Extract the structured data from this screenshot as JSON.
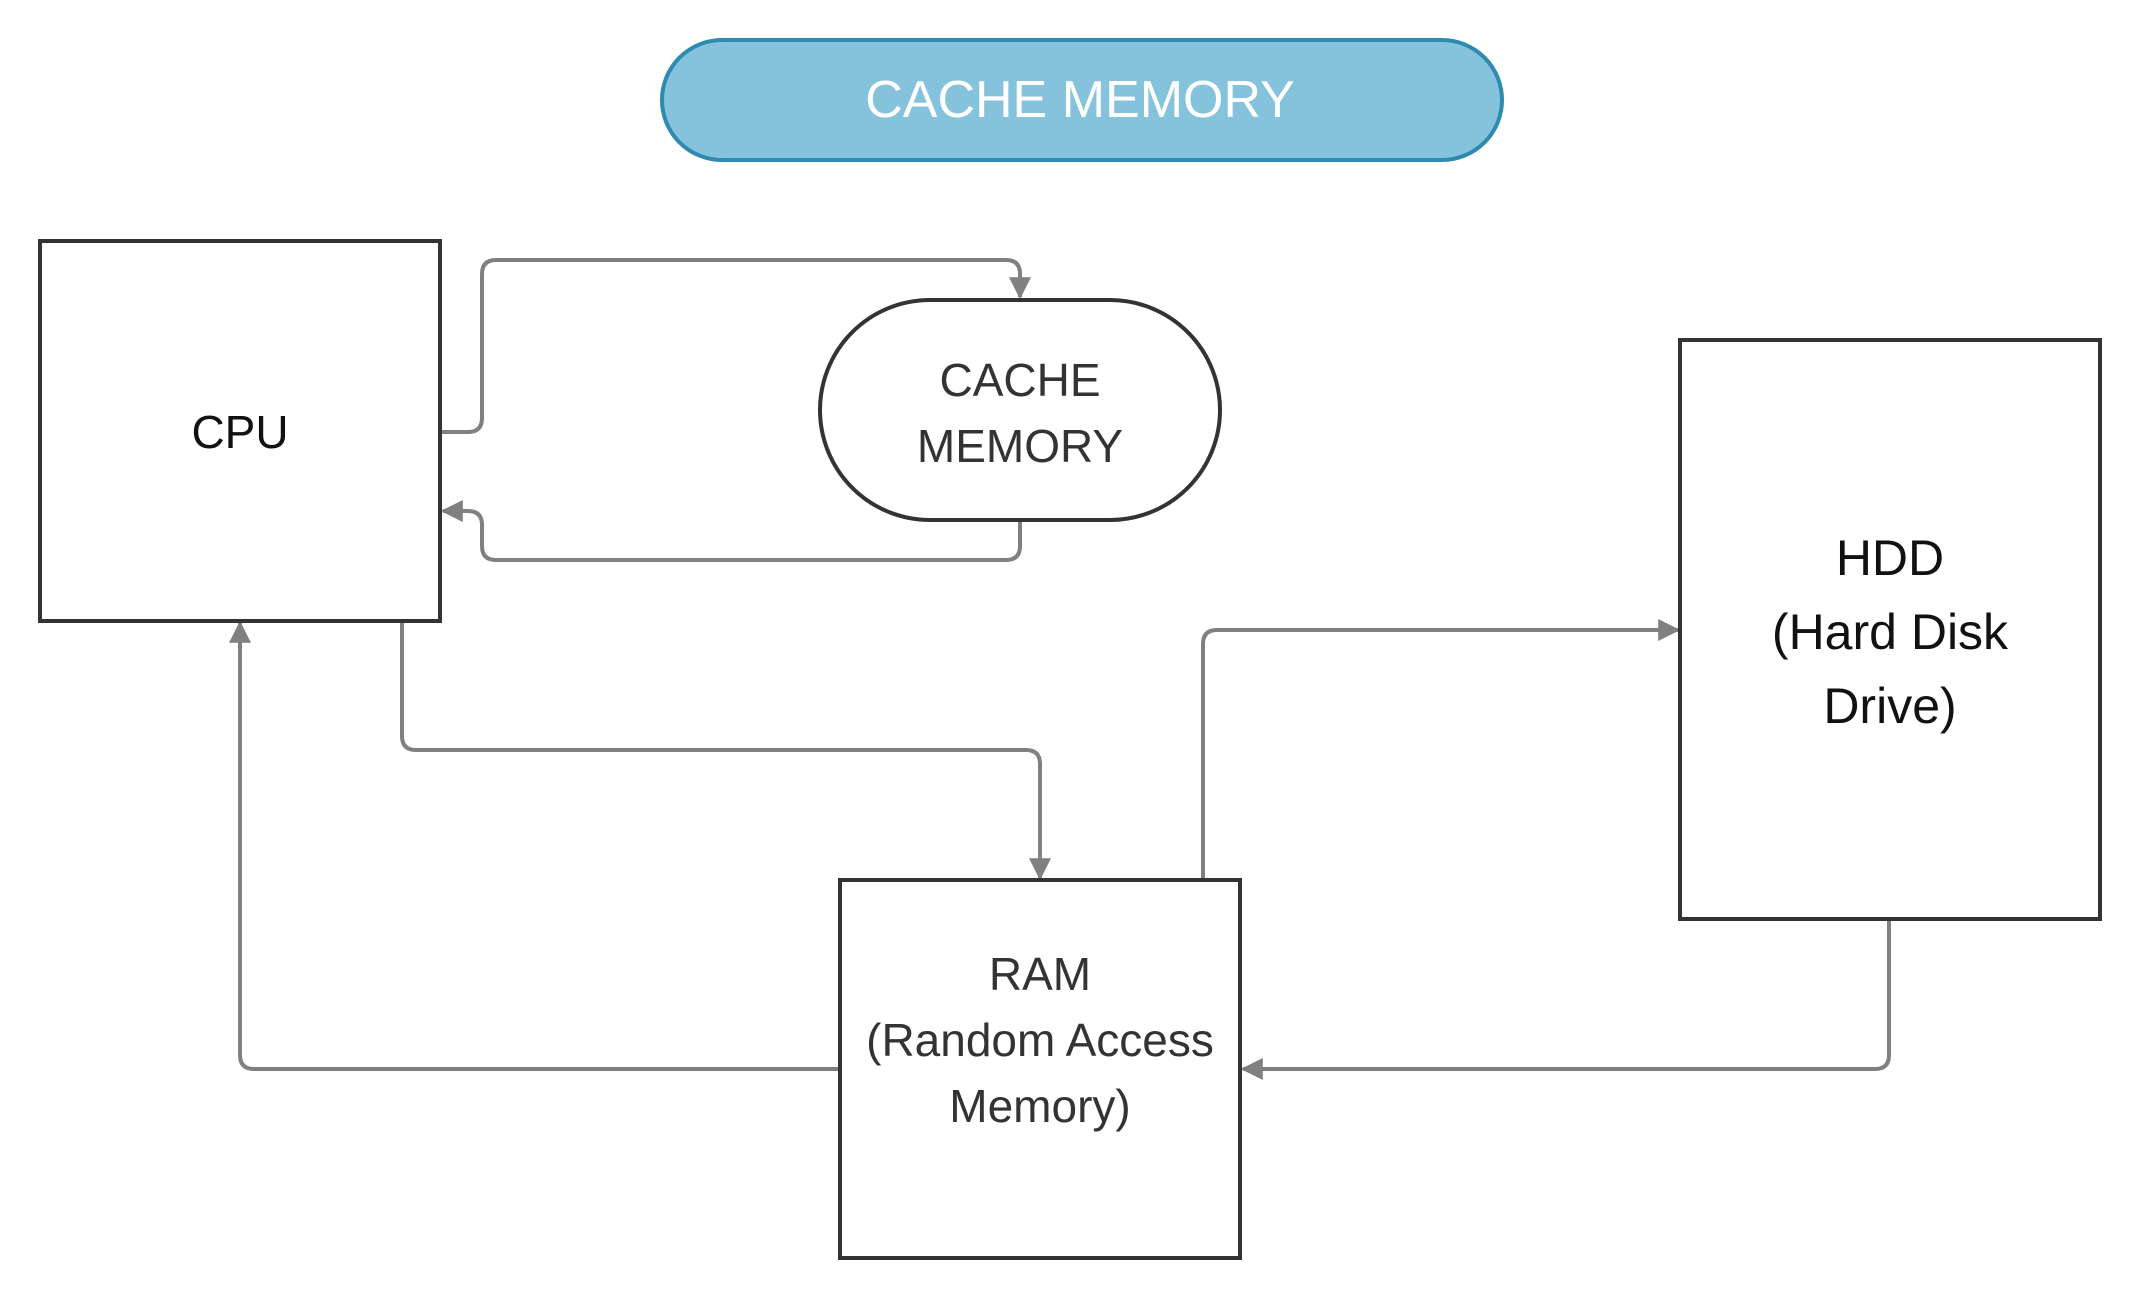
{
  "title": {
    "label": "CACHE MEMORY",
    "fill": "#85C3DC",
    "stroke": "#2E8AAE",
    "text_color": "#FFFFFF"
  },
  "nodes": {
    "cpu": {
      "lines": [
        "CPU"
      ]
    },
    "cache": {
      "lines": [
        "CACHE",
        "MEMORY"
      ]
    },
    "ram": {
      "lines": [
        "RAM",
        "(Random Access",
        "Memory)"
      ]
    },
    "hdd": {
      "lines": [
        "HDD",
        "(Hard Disk",
        "Drive)"
      ]
    }
  },
  "connections": [
    {
      "from": "CPU",
      "to": "CACHE MEMORY"
    },
    {
      "from": "CACHE MEMORY",
      "to": "CPU"
    },
    {
      "from": "CPU",
      "to": "RAM"
    },
    {
      "from": "RAM",
      "to": "CPU"
    },
    {
      "from": "RAM",
      "to": "HDD"
    },
    {
      "from": "HDD",
      "to": "RAM"
    }
  ],
  "colors": {
    "node_stroke": "#333333",
    "node_text": "#333333",
    "node_text_dark": "#111111",
    "connector": "#808080"
  }
}
